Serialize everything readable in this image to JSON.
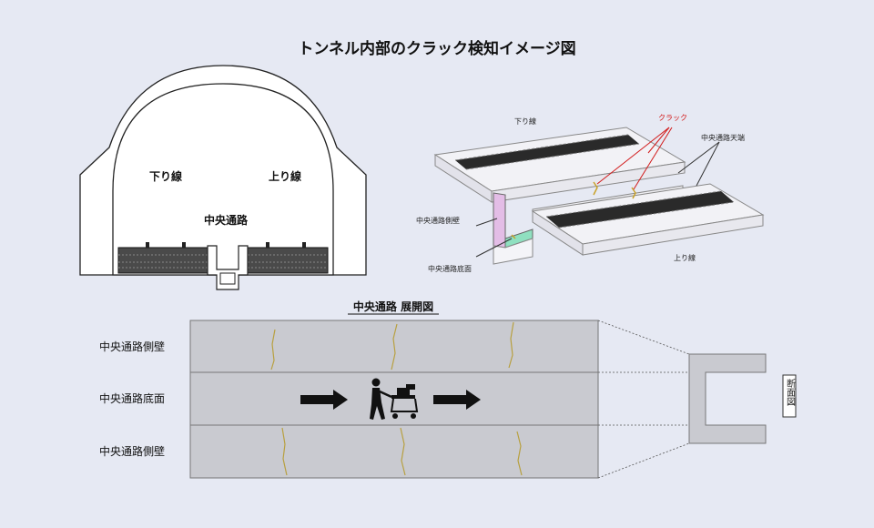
{
  "title": "トンネル内部のクラック検知イメージ図",
  "cross_section": {
    "down_line": "下り線",
    "up_line": "上り線",
    "central_passage": "中央通路"
  },
  "iso_view": {
    "down_line": "下り線",
    "up_line": "上り線",
    "crack": "クラック",
    "ceiling": "中央通路天端",
    "side_wall": "中央通路側壁",
    "floor": "中央通路底面"
  },
  "development": {
    "title": "中央通路 展開図",
    "rows": [
      "中央通路側壁",
      "中央通路底面",
      "中央通路側壁"
    ],
    "section_label": "断面図"
  },
  "colors": {
    "background": "#e6e9f3",
    "panel": "#c9cad0",
    "crack": "#b8a040",
    "crack_pointer": "#d21a1a"
  }
}
